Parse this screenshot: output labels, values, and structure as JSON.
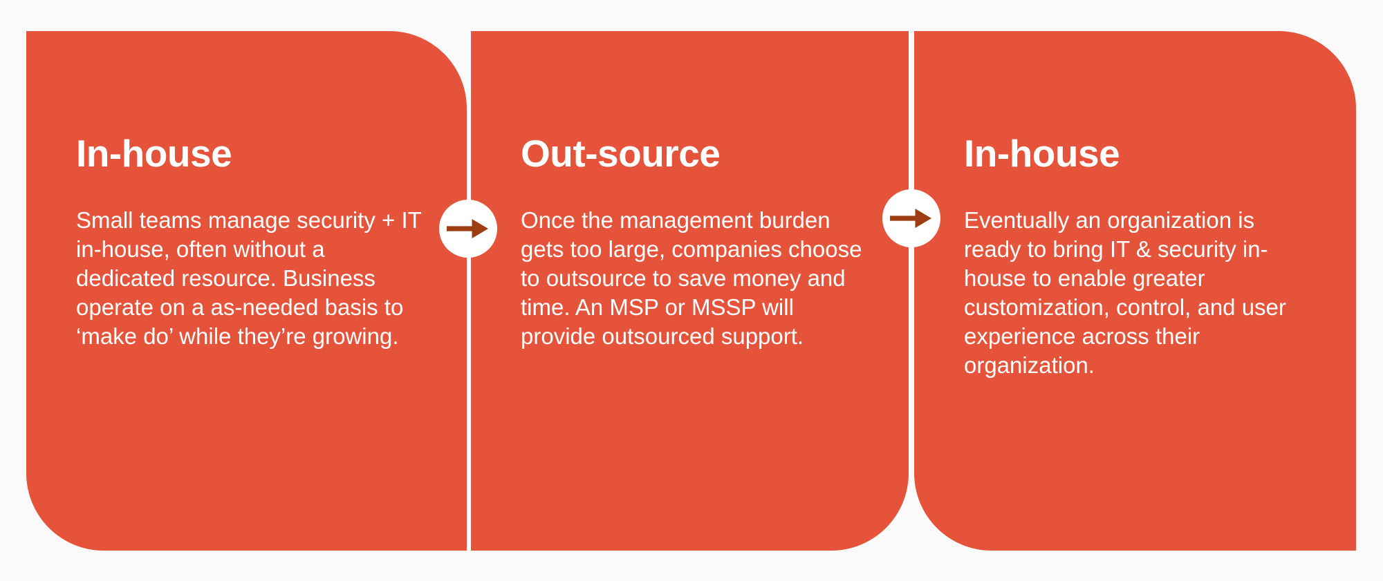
{
  "page": {
    "background_color": "#fafafa",
    "card_color": "#e5543a",
    "card_text_color": "#ffffff",
    "arrow_color": "#9e3d11",
    "arrow_circle_color": "#ffffff"
  },
  "cards": [
    {
      "id": "in-house-start",
      "title": "In-house",
      "body": "Small teams manage security + IT in-house, often without a dedicated resource. Business operate on a as-needed basis to ‘make do’ while they’re growing."
    },
    {
      "id": "out-source",
      "title": "Out-source",
      "body": "Once the management burden gets too large, companies choose to outsource to save money and time. An MSP or MSSP will provide outsourced support."
    },
    {
      "id": "in-house-return",
      "title": "In-house",
      "body": "Eventually an organization is ready to bring IT & security in-house to enable greater customization, control, and user experience across their organization."
    }
  ],
  "connectors": [
    {
      "id": "arrow-1-to-2",
      "icon": "arrow-right-icon"
    },
    {
      "id": "arrow-2-to-3",
      "icon": "arrow-right-icon"
    }
  ]
}
